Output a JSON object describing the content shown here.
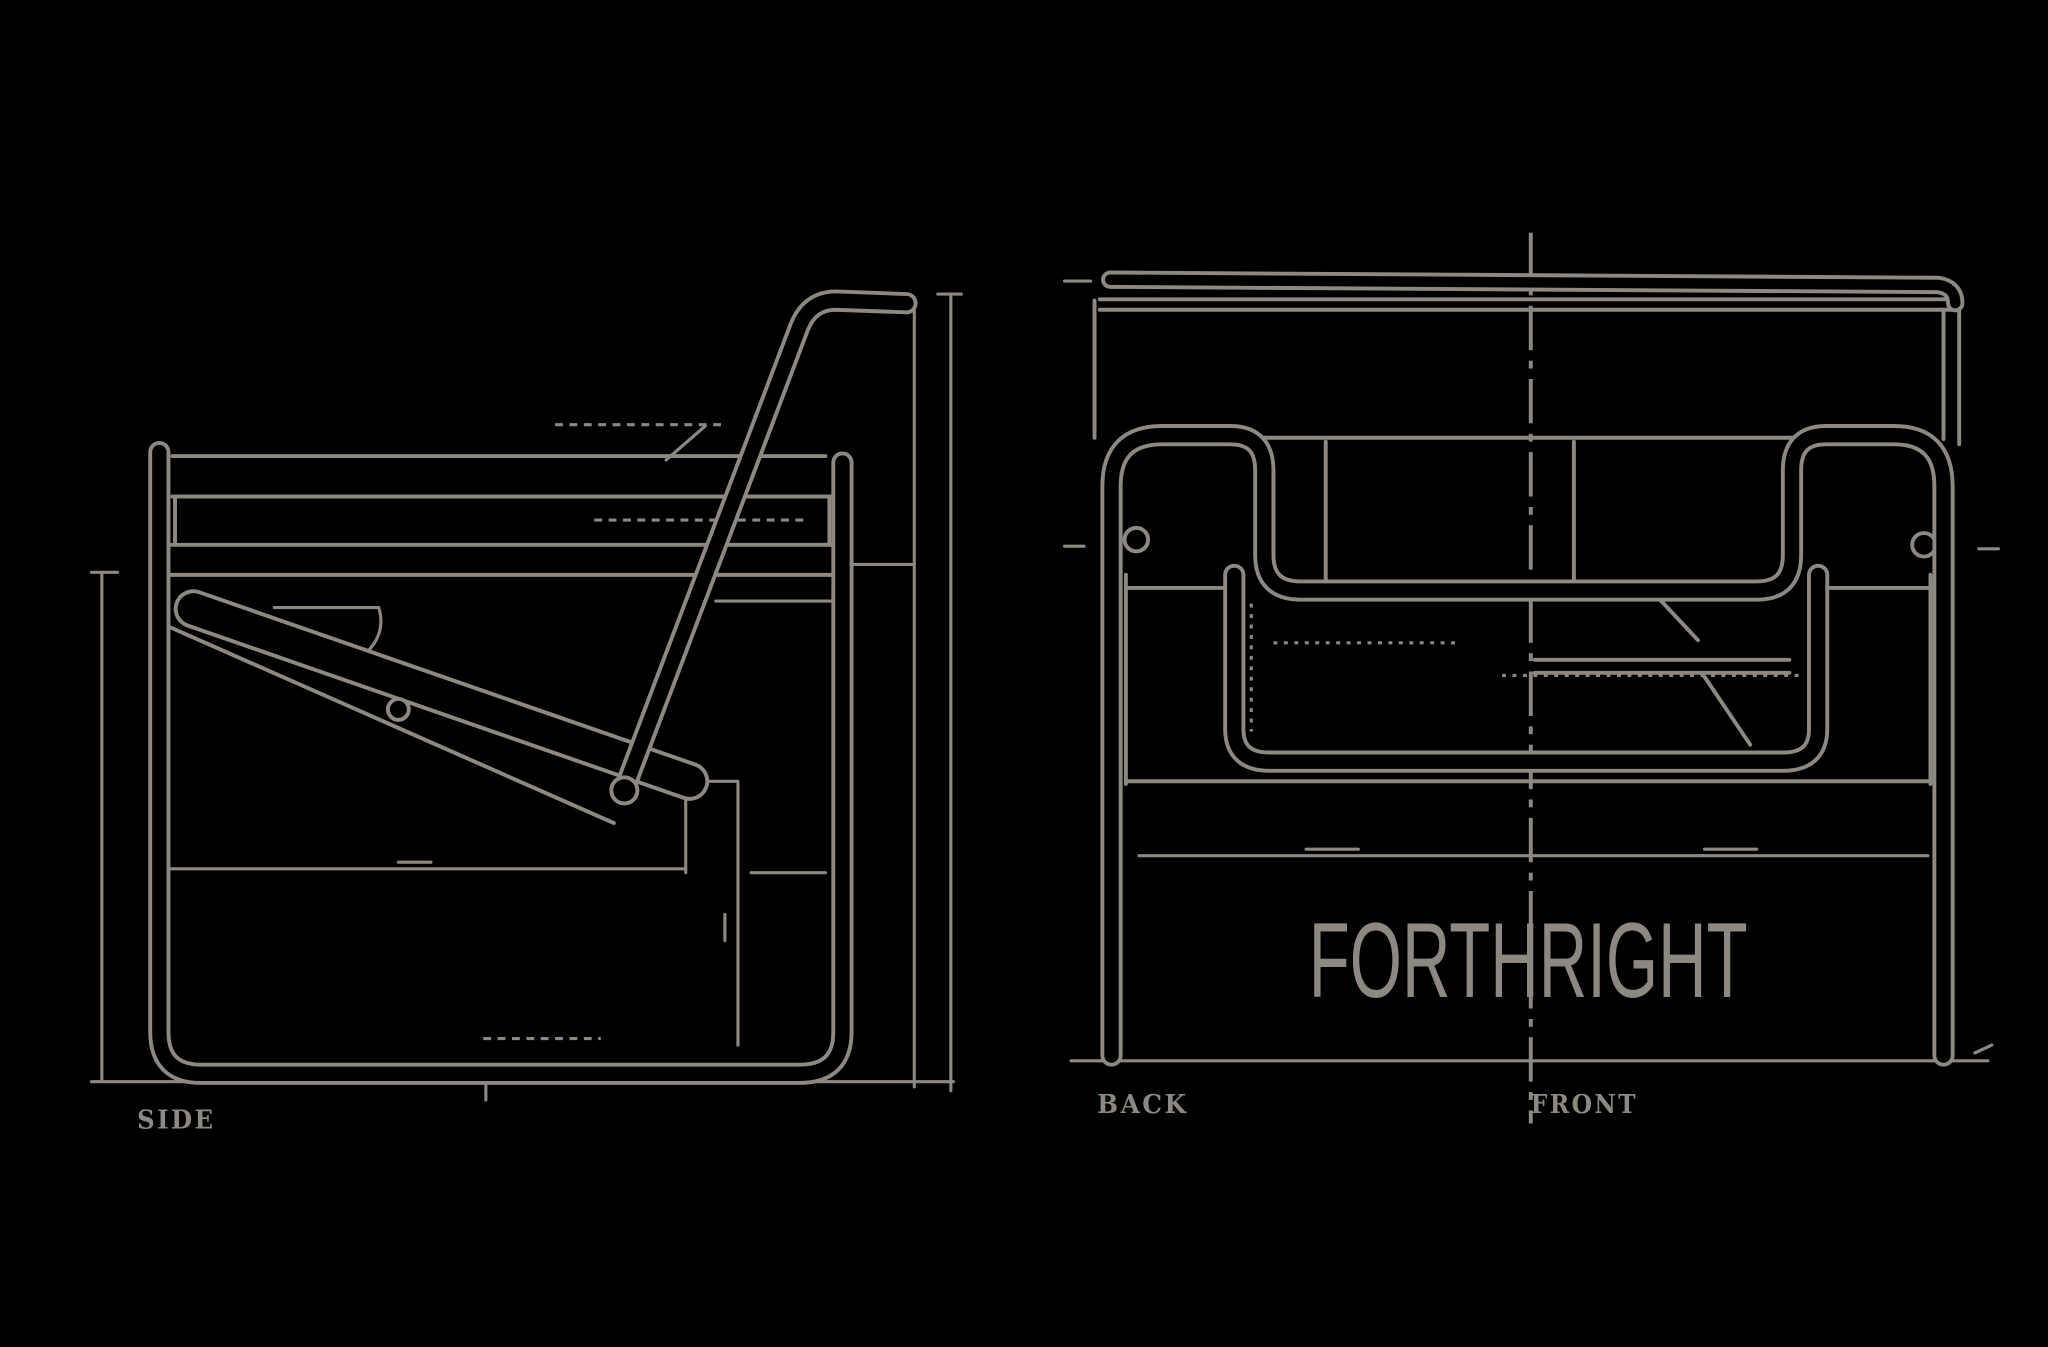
{
  "brand": {
    "name": "FORTHRIGHT"
  },
  "labels": {
    "side": "SIDE",
    "back": "BACK",
    "front": "FRONT"
  },
  "colors": {
    "background": "#000000",
    "line": "#8d8881"
  }
}
